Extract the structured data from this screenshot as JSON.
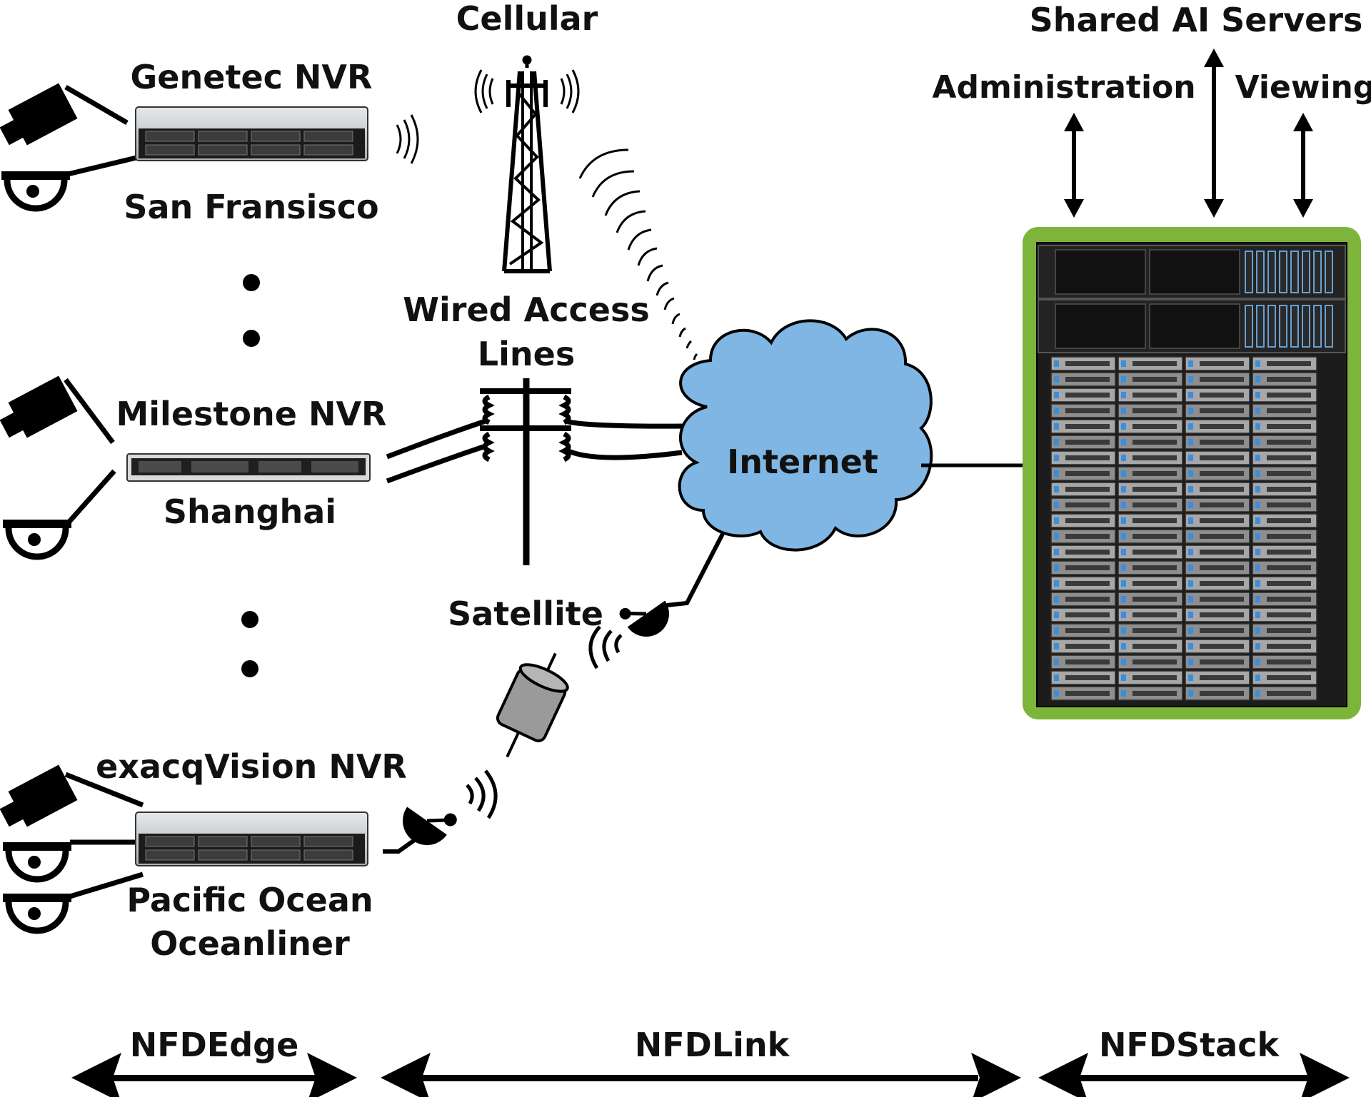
{
  "sites": [
    {
      "nvr": "Genetec NVR",
      "location": "San Fransisco"
    },
    {
      "nvr": "Milestone NVR",
      "location": "Shanghai"
    },
    {
      "nvr": "exacqVision NVR",
      "location_line1": "Pacific Ocean",
      "location_line2": "Oceanliner"
    }
  ],
  "links": {
    "cellular": "Cellular",
    "wired_line1": "Wired Access",
    "wired_line2": "Lines",
    "satellite": "Satellite"
  },
  "internet": "Internet",
  "servers": {
    "title": "Shared AI Servers",
    "administration": "Administration",
    "viewing": "Viewing"
  },
  "sections": {
    "edge": "NFDEdge",
    "link": "NFDLink",
    "stack": "NFDStack"
  },
  "colors": {
    "cloud_fill": "#7fb6e3",
    "server_border": "#7cb53a",
    "line": "#000000",
    "nvr_body": "#cfd3d6",
    "satellite_body": "#9a9a9a"
  }
}
